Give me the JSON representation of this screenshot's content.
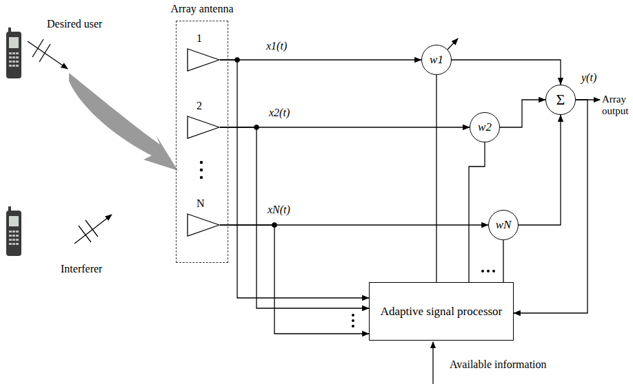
{
  "diagram": {
    "nodes": [
      {
        "text": [
          "Array antenna"
        ]
      },
      {
        "text": [
          "1"
        ],
        "in": 0
      },
      {
        "text": [
          "2"
        ],
        "in": 0
      },
      {
        "text": [
          "N"
        ],
        "in": 0
      },
      {
        "text": [
          "w1"
        ]
      },
      {
        "text": [
          "w2"
        ]
      },
      {
        "text": [
          "wN"
        ]
      },
      {
        "text": [
          "Σ"
        ]
      },
      {
        "text": [
          "Adaptive signal processor"
        ]
      }
    ],
    "edges": [
      {
        "from": 1,
        "to": 4,
        "arrow": "to",
        "label": "x1(t)"
      },
      {
        "from": 2,
        "to": 5,
        "arrow": "to",
        "label": "x2(t)"
      },
      {
        "from": 3,
        "to": 6,
        "arrow": "to",
        "label": "xN(t)"
      },
      {
        "from": 1,
        "to": 8,
        "arrow": "to"
      },
      {
        "from": 2,
        "to": 8,
        "arrow": "to"
      },
      {
        "from": 3,
        "to": 8,
        "arrow": "to"
      },
      {
        "from": 4,
        "to": 7,
        "arrow": "to"
      },
      {
        "from": 5,
        "to": 7,
        "arrow": "to"
      },
      {
        "from": 6,
        "to": 7,
        "arrow": "to"
      },
      {
        "from": 8,
        "to": 4,
        "arrow": "none"
      },
      {
        "from": 8,
        "to": 5,
        "arrow": "none"
      },
      {
        "from": 8,
        "to": 6,
        "arrow": "none"
      },
      {
        "from": 7,
        "to": 8,
        "arrow": "to"
      }
    ],
    "labels": [
      "Desired user",
      "Interferer",
      "y(t)",
      "Array output",
      "Available information"
    ]
  }
}
